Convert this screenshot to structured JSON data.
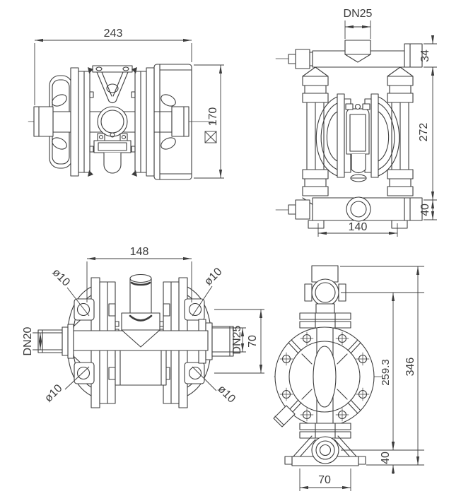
{
  "drawing": {
    "background_color": "#ffffff",
    "line_color": "#3d3d3d",
    "views": {
      "top_view": {
        "dim_overall_width": "243",
        "dim_square_side": "170",
        "square_section_symbol": "⊠"
      },
      "front_view": {
        "dim_inlet_port": "DN25",
        "dim_manifold_height": "34",
        "dim_body_height": "272",
        "dim_base_height": "40",
        "dim_foot_spacing": "140"
      },
      "side_view": {
        "dim_flange_spacing": "148",
        "dim_hole_top_left": "ø10",
        "dim_hole_top_right": "ø10",
        "dim_hole_bottom_left": "ø10",
        "dim_hole_bottom_right": "ø10",
        "dim_left_port": "DN20",
        "dim_right_port": "DN25",
        "dim_flange_height": "70"
      },
      "profile_view": {
        "dim_port_center_height": "259.3",
        "dim_total_height": "346",
        "dim_base_height": "40",
        "dim_foot_width": "70"
      }
    }
  }
}
